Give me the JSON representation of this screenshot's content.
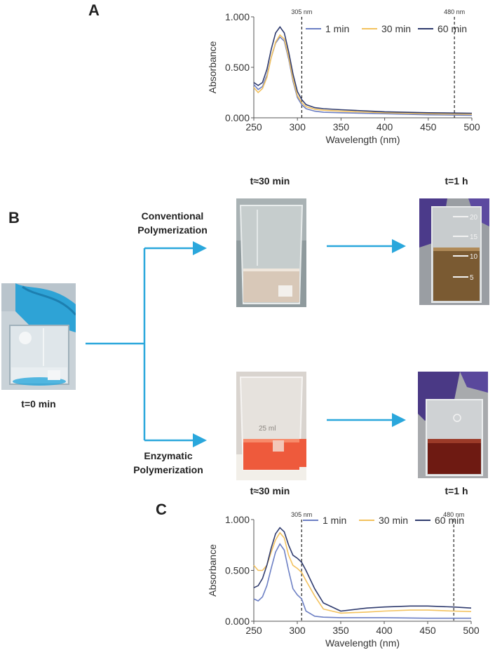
{
  "panels": {
    "a": "A",
    "b": "B",
    "c": "C"
  },
  "colors": {
    "series_1min": "#6c7fc4",
    "series_30min": "#f3c25e",
    "series_60min": "#2f3b6e",
    "arrow": "#2aa7dc"
  },
  "diagram": {
    "start_time": "t=0 min",
    "conventional_label": [
      "Conventional",
      "Polymerization"
    ],
    "enzymatic_label": [
      "Enzymatic",
      "Polymerization"
    ],
    "mid_time_top": "t≈30 min",
    "end_time_top": "t=1 h",
    "mid_time_bottom": "t≈30 min",
    "end_time_bottom": "t=1 h",
    "beaker_marks": {
      "conv_end": [
        "20",
        "15",
        "10",
        "5"
      ],
      "enz_mid": "25 ml"
    }
  },
  "chart_data": [
    {
      "id": "A",
      "type": "line",
      "xlabel": "Wavelength (nm)",
      "ylabel": "Absorbance",
      "xlim": [
        250,
        500
      ],
      "ylim": [
        0,
        1
      ],
      "xticks": [
        "250",
        "300",
        "350",
        "400",
        "450",
        "500"
      ],
      "yticks": [
        "0.000",
        "0.500",
        "1.000"
      ],
      "legend_position": "top-right",
      "annotations": [
        {
          "x": 305,
          "label": "305 nm"
        },
        {
          "x": 480,
          "label": "480 nm"
        }
      ],
      "series": [
        {
          "name": "1 min",
          "x": [
            250,
            255,
            260,
            265,
            270,
            275,
            280,
            285,
            290,
            295,
            300,
            305,
            310,
            320,
            330,
            350,
            400,
            450,
            500
          ],
          "y": [
            0.33,
            0.28,
            0.31,
            0.42,
            0.6,
            0.74,
            0.8,
            0.76,
            0.58,
            0.36,
            0.2,
            0.13,
            0.09,
            0.065,
            0.055,
            0.05,
            0.04,
            0.03,
            0.025
          ]
        },
        {
          "name": "30 min",
          "x": [
            250,
            255,
            260,
            265,
            270,
            275,
            280,
            285,
            290,
            295,
            300,
            305,
            310,
            320,
            330,
            350,
            400,
            450,
            500
          ],
          "y": [
            0.3,
            0.25,
            0.29,
            0.4,
            0.6,
            0.75,
            0.82,
            0.78,
            0.6,
            0.38,
            0.22,
            0.15,
            0.11,
            0.085,
            0.075,
            0.065,
            0.05,
            0.04,
            0.035
          ]
        },
        {
          "name": "60 min",
          "x": [
            250,
            255,
            260,
            265,
            270,
            275,
            280,
            285,
            290,
            295,
            300,
            305,
            310,
            320,
            330,
            350,
            400,
            450,
            500
          ],
          "y": [
            0.35,
            0.32,
            0.35,
            0.48,
            0.68,
            0.84,
            0.9,
            0.84,
            0.65,
            0.43,
            0.26,
            0.18,
            0.13,
            0.1,
            0.09,
            0.08,
            0.06,
            0.05,
            0.045
          ]
        }
      ]
    },
    {
      "id": "C",
      "type": "line",
      "xlabel": "Wavelength (nm)",
      "ylabel": "Absorbance",
      "xlim": [
        250,
        500
      ],
      "ylim": [
        0,
        1
      ],
      "xticks": [
        "250",
        "300",
        "350",
        "400",
        "450",
        "500"
      ],
      "yticks": [
        "0.000",
        "0.500",
        "1.000"
      ],
      "legend_position": "top-right",
      "annotations": [
        {
          "x": 305,
          "label": "305 nm"
        },
        {
          "x": 480,
          "label": "480 nm"
        }
      ],
      "series": [
        {
          "name": "1 min",
          "x": [
            250,
            255,
            260,
            265,
            270,
            275,
            280,
            285,
            290,
            295,
            300,
            305,
            310,
            320,
            330,
            350,
            400,
            450,
            500
          ],
          "y": [
            0.22,
            0.2,
            0.24,
            0.35,
            0.52,
            0.68,
            0.76,
            0.7,
            0.5,
            0.32,
            0.26,
            0.22,
            0.1,
            0.05,
            0.04,
            0.035,
            0.035,
            0.03,
            0.03
          ]
        },
        {
          "name": "30 min",
          "x": [
            250,
            255,
            260,
            265,
            270,
            275,
            280,
            285,
            290,
            295,
            300,
            305,
            310,
            320,
            330,
            350,
            380,
            400,
            430,
            450,
            480,
            500
          ],
          "y": [
            0.55,
            0.5,
            0.5,
            0.55,
            0.68,
            0.8,
            0.87,
            0.82,
            0.65,
            0.55,
            0.52,
            0.48,
            0.4,
            0.25,
            0.12,
            0.08,
            0.09,
            0.1,
            0.11,
            0.11,
            0.1,
            0.095
          ]
        },
        {
          "name": "60 min",
          "x": [
            250,
            255,
            260,
            265,
            270,
            275,
            280,
            285,
            290,
            295,
            300,
            305,
            310,
            320,
            330,
            350,
            380,
            400,
            430,
            450,
            480,
            500
          ],
          "y": [
            0.33,
            0.35,
            0.42,
            0.55,
            0.72,
            0.86,
            0.92,
            0.88,
            0.75,
            0.65,
            0.62,
            0.58,
            0.5,
            0.32,
            0.18,
            0.1,
            0.13,
            0.14,
            0.15,
            0.15,
            0.14,
            0.13
          ]
        }
      ]
    }
  ]
}
